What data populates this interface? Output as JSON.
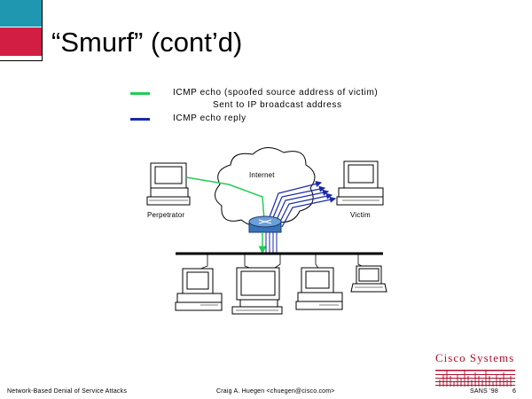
{
  "slide": {
    "title": "“Smurf” (cont’d)",
    "colors": {
      "teal": "#1f97b0",
      "red": "#d21e42",
      "green": "#22cc55",
      "blue": "#1a2aa8",
      "cisco_red": "#b01030"
    }
  },
  "legend": {
    "green_line": "ICMP echo (spoofed source address of victim)",
    "green_line_cont": "Sent to IP broadcast address",
    "blue_line": "ICMP echo reply"
  },
  "diagram": {
    "internet_label": "Internet",
    "perpetrator_label": "Perpetrator",
    "victim_label": "Victim"
  },
  "footer": {
    "left": "Network-Based Denial of Service Attacks",
    "center": "Craig A. Huegen <chuegen@cisco.com>",
    "right": "SANS ’98",
    "page": "6",
    "logo_text": "Cisco Systems"
  }
}
